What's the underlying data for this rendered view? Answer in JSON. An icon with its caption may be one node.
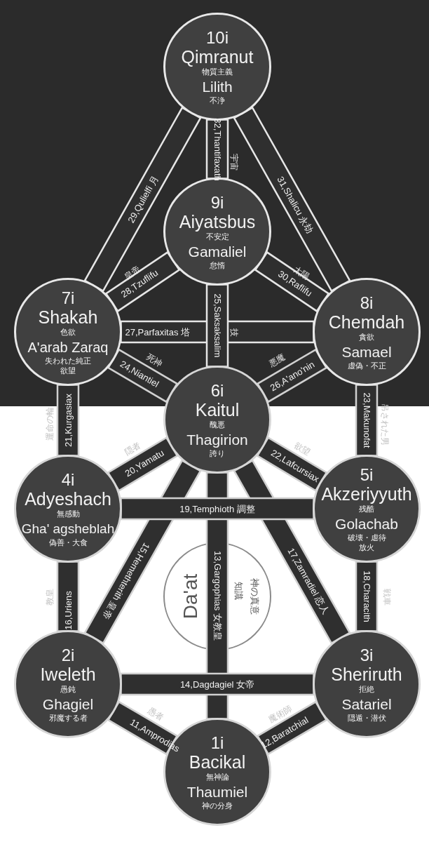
{
  "diagram": {
    "nodes": [
      {
        "text": [
          "10i",
          "Qimranut",
          "物質主義",
          "Lilith",
          "不浄"
        ]
      },
      {
        "text": [
          "9i",
          "Aiyatsbus",
          "不安定",
          "Gamaliel",
          "怠惰"
        ]
      },
      {
        "text": [
          "7i",
          "Shakah",
          "色欲",
          "A'arab Zaraq",
          "失われた純正",
          "欲望"
        ]
      },
      {
        "text": [
          "8i",
          "Chemdah",
          "貪欲",
          "Samael",
          "虚偽・不正"
        ]
      },
      {
        "text": [
          "6i",
          "Kaitul",
          "醜悪",
          "Thagirion",
          "誇り"
        ]
      },
      {
        "text": [
          "4i",
          "Adyeshach",
          "無感動",
          "Gha' agsheblah",
          "偽善・大食"
        ]
      },
      {
        "text": [
          "5i",
          "Akzeriyyuth",
          "残酷",
          "Golachab",
          "破壊・虐待",
          "放火"
        ]
      },
      {
        "text": [
          "Da'at",
          "知識",
          "神の真意"
        ]
      },
      {
        "text": [
          "2i",
          "Iweleth",
          "愚鈍",
          "Ghagiel",
          "邪魔する者"
        ]
      },
      {
        "text": [
          "3i",
          "Sheriruth",
          "拒絶",
          "Satariel",
          "隠遁・潜伏"
        ]
      },
      {
        "text": [
          "1i",
          "Bacikal",
          "無神論",
          "Thaumiel",
          "神の分身"
        ]
      }
    ],
    "edges": [
      {
        "from": 0,
        "to": 2,
        "arrow": "none",
        "label": "29,Qulielfi 月"
      },
      {
        "from": 0,
        "to": 1,
        "arrow": "none",
        "label": "32,Thantifaxath"
      },
      {
        "from": 0,
        "to": 3,
        "arrow": "none",
        "label": "31,Shalicu 永劫"
      },
      {
        "from": 1,
        "to": 2,
        "arrow": "none",
        "label": "28,Tzuflifu"
      },
      {
        "from": 1,
        "to": 3,
        "arrow": "none",
        "label": "30,Raflifu"
      },
      {
        "from": 1,
        "to": 4,
        "arrow": "none",
        "label": "25,Saksaksalim"
      },
      {
        "from": 2,
        "to": 3,
        "arrow": "none",
        "label": "27,Parfaxitas 塔"
      },
      {
        "from": 2,
        "to": 4,
        "arrow": "none",
        "label": "24,Niantiel"
      },
      {
        "from": 3,
        "to": 4,
        "arrow": "none",
        "label": "26,A'ano'nin"
      },
      {
        "from": 2,
        "to": 5,
        "arrow": "none",
        "label": "21,Kurgasiax"
      },
      {
        "from": 3,
        "to": 6,
        "arrow": "none",
        "label": "23,Makunofat"
      },
      {
        "from": 4,
        "to": 5,
        "arrow": "none",
        "label": "20,Yamatu"
      },
      {
        "from": 4,
        "to": 6,
        "arrow": "none",
        "label": "22,Lafcursiax"
      },
      {
        "from": 5,
        "to": 6,
        "arrow": "none",
        "label": "19,Temphioth 調整"
      },
      {
        "from": 4,
        "to": 8,
        "arrow": "none",
        "label": "15,Hemethterith 皇帝"
      },
      {
        "from": 4,
        "to": 10,
        "arrow": "none",
        "label": "13,Gargophias 女教皇"
      },
      {
        "from": 4,
        "to": 9,
        "arrow": "none",
        "label": "17,Zamradiel 恋人"
      },
      {
        "from": 5,
        "to": 8,
        "arrow": "none",
        "label": "16,Uriens"
      },
      {
        "from": 6,
        "to": 9,
        "arrow": "none",
        "label": "18,Characith"
      },
      {
        "from": 8,
        "to": 9,
        "arrow": "none",
        "label": "14,Dagdagiel 女帝"
      },
      {
        "from": 8,
        "to": 10,
        "arrow": "none",
        "label": "11,Amprodias"
      },
      {
        "from": 10,
        "to": 9,
        "arrow": "none",
        "label": "12,Baratchial"
      }
    ],
    "labels": [
      "宇宙",
      "皇帝",
      "太陽",
      "技",
      "死神",
      "悪魔",
      "運命の輪",
      "吊された男",
      "隠者",
      "欲望",
      "教皇",
      "戦車",
      "愚者",
      "魔術師"
    ]
  }
}
